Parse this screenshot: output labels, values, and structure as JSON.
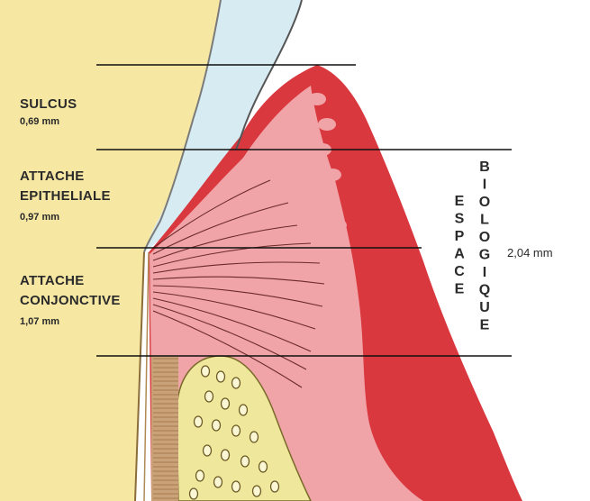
{
  "labels": {
    "sulcus": {
      "title": "SULCUS",
      "value": "0,69 mm"
    },
    "epithelial": {
      "title_line1": "ATTACHE",
      "title_line2": "EPITHELIALE",
      "value": "0,97 mm"
    },
    "conjunctive": {
      "title_line1": "ATTACHE",
      "title_line2": "CONJONCTIVE",
      "value": "1,07 mm"
    }
  },
  "vertical_words": {
    "espace": "ESPACE",
    "biologique": "BIOLOGIQUE"
  },
  "total_measure": "2,04 mm",
  "colors": {
    "tooth": "#f6e7a3",
    "enamel": "#d7ebf2",
    "gingiva_outer": "#d9383f",
    "gingiva_inner": "#f0a4a7",
    "bone": "#eee79c",
    "cementum": "#c9a27a"
  }
}
